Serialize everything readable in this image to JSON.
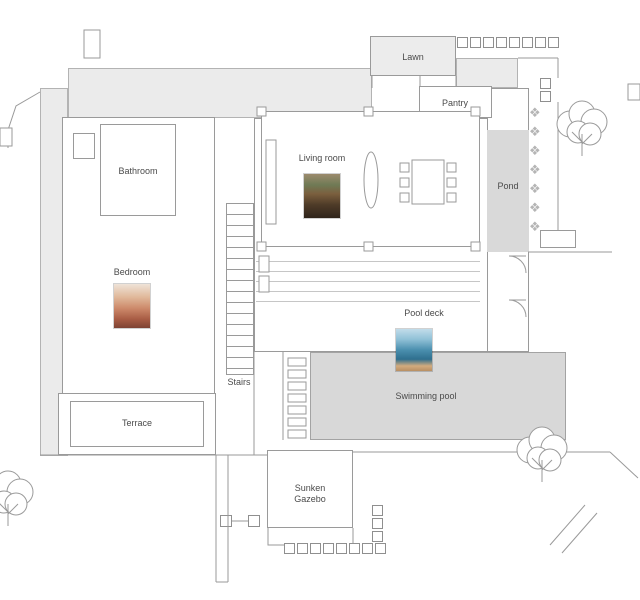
{
  "plan": {
    "rooms": {
      "lawn": "Lawn",
      "pantry": "Pantry",
      "bathroom": "Bathroom",
      "living_room": "Living room",
      "pond": "Pond",
      "bedroom": "Bedroom",
      "pool_deck": "Pool deck",
      "stairs": "Stairs",
      "swimming_pool": "Swimming pool",
      "terrace": "Terrace",
      "sunken_gazebo": "Sunken Gazebo"
    },
    "photos": {
      "living_room": "living-room-photo",
      "bedroom": "bedroom-photo",
      "pool_deck": "pool-deck-photo"
    },
    "colors": {
      "wall_line": "#9a9a9a",
      "area_fill": "#ebebeb",
      "pond_fill": "#d9d9d9",
      "pool_fill": "#d8d8d8",
      "label_text": "#4a4a4a"
    },
    "plant_glyph": "❖"
  }
}
